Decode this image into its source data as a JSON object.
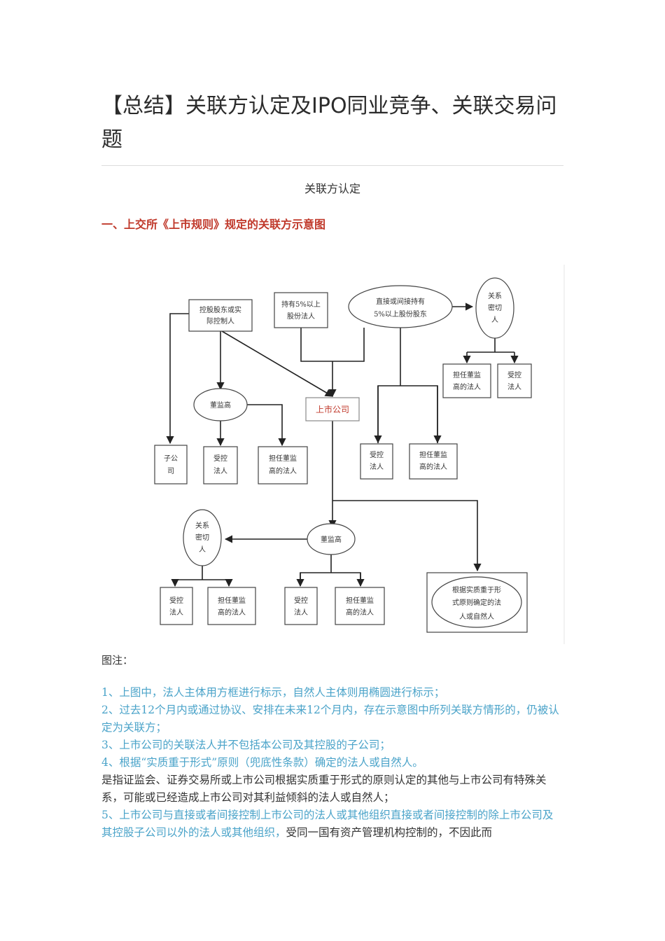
{
  "title": "【总结】关联方认定及IPO同业竞争、关联交易问题",
  "subtitle": "关联方认定",
  "section_heading": "一、上交所《上市规则》规定的关联方示意图",
  "diagram": {
    "controlling_holder": [
      "控股股东或实",
      "际控制人"
    ],
    "holder_5pct": [
      "持有5%以上",
      "股份法人"
    ],
    "direct_indirect_holder": [
      "直接或间接持有",
      "5%以上股份股东"
    ],
    "close_relation_top": [
      "关系",
      "密切",
      "人"
    ],
    "director_legal_top_right": [
      "担任董监",
      "高的法人"
    ],
    "controlled_legal_top_right": [
      "受控",
      "法人"
    ],
    "dirsup_upper": "董监高",
    "listed_company": "上市公司",
    "subsidiary": [
      "子公",
      "司"
    ],
    "controlled_legal_a": [
      "受控",
      "法人"
    ],
    "director_legal_a": [
      "担任董监",
      "高的法人"
    ],
    "controlled_legal_b": [
      "受控",
      "法人"
    ],
    "director_legal_b": [
      "担任董监",
      "高的法人"
    ],
    "close_relation_bottom": [
      "关系",
      "密切",
      "人"
    ],
    "dirsup_lower": "董监高",
    "controlled_legal_c": [
      "受控",
      "法人"
    ],
    "director_legal_c": [
      "担任董监",
      "高的法人"
    ],
    "controlled_legal_d": [
      "受控",
      "法人"
    ],
    "director_legal_d": [
      "担任董监",
      "高的法人"
    ],
    "substance_form": [
      "根据实质重于形",
      "式原则确定的法",
      "人或自然人"
    ]
  },
  "notes_label": "图注：",
  "notes": [
    {
      "text": "1、上图中，法人主体用方框进行标示，自然人主体则用椭圆进行标示；",
      "style": "blue"
    },
    {
      "text": "2、过去12个月内或通过协议、安排在未来12个月内，存在示意图中所列关联方情形的，仍被认定为关联方；",
      "style": "blue"
    },
    {
      "text": "3、上市公司的关联法人并不包括本公司及其控股的子公司；",
      "style": "blue"
    },
    {
      "text": "4、根据“实质重于形式”原则（兜底性条款）确定的法人或自然人。",
      "style": "blue"
    },
    {
      "text": "是指证监会、证券交易所或上市公司根据实质重于形式的原则认定的其他与上市公司有特殊关系，可能或已经造成上市公司对其利益倾斜的法人或自然人；",
      "style": "dark"
    }
  ],
  "note5": {
    "blue": "5、上市公司与直接或者间接控制上市公司的法人或其他组织直接或者间接控制的除上市公司及其控股子公司以外的法人或其他组织，",
    "dark": "受同一国有资产管理机构控制的，不因此而"
  },
  "colors": {
    "accent_red": "#c0392b",
    "note_blue": "#4aa3c9",
    "listed_red": "#c0392b"
  }
}
